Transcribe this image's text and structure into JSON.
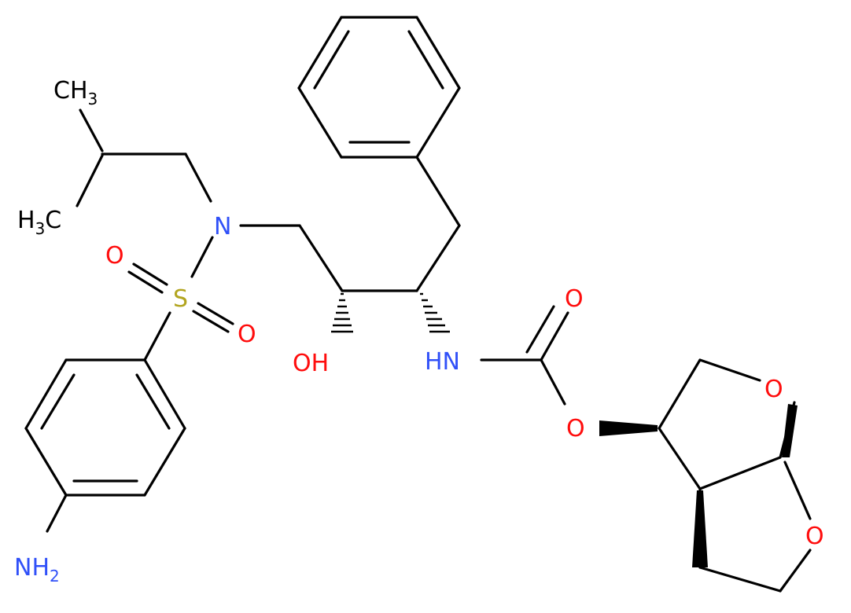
{
  "molecule": {
    "atoms": {
      "ch3_top": {
        "main": "CH",
        "sub": "3",
        "color": "#000000"
      },
      "h3c_left": {
        "main": "H",
        "sub": "3",
        "tail": "C",
        "color": "#000000"
      },
      "n_sulfonamide": {
        "text": "N",
        "color": "#3050F8"
      },
      "s_sulfonyl": {
        "text": "S",
        "color": "#B2A520"
      },
      "o_sulfonyl_1": {
        "text": "O",
        "color": "#FF0D0D"
      },
      "o_sulfonyl_2": {
        "text": "O",
        "color": "#FF0D0D"
      },
      "nh2_amine": {
        "main": "NH",
        "sub": "2",
        "color": "#3050F8"
      },
      "oh_hydroxyl": {
        "text": "OH",
        "color": "#FF0D0D"
      },
      "nh_carbamate": {
        "text": "HN",
        "color": "#3050F8"
      },
      "o_carbonyl": {
        "text": "O",
        "color": "#FF0D0D"
      },
      "o_ester": {
        "text": "O",
        "color": "#FF0D0D"
      },
      "o_furan_1": {
        "text": "O",
        "color": "#FF0D0D"
      },
      "o_furan_2": {
        "text": "O",
        "color": "#FF0D0D"
      }
    },
    "colors": {
      "bond": "#000000",
      "nitrogen": "#3050F8",
      "oxygen": "#FF0D0D",
      "sulfur": "#B2A520",
      "background": "#FFFFFF"
    }
  }
}
